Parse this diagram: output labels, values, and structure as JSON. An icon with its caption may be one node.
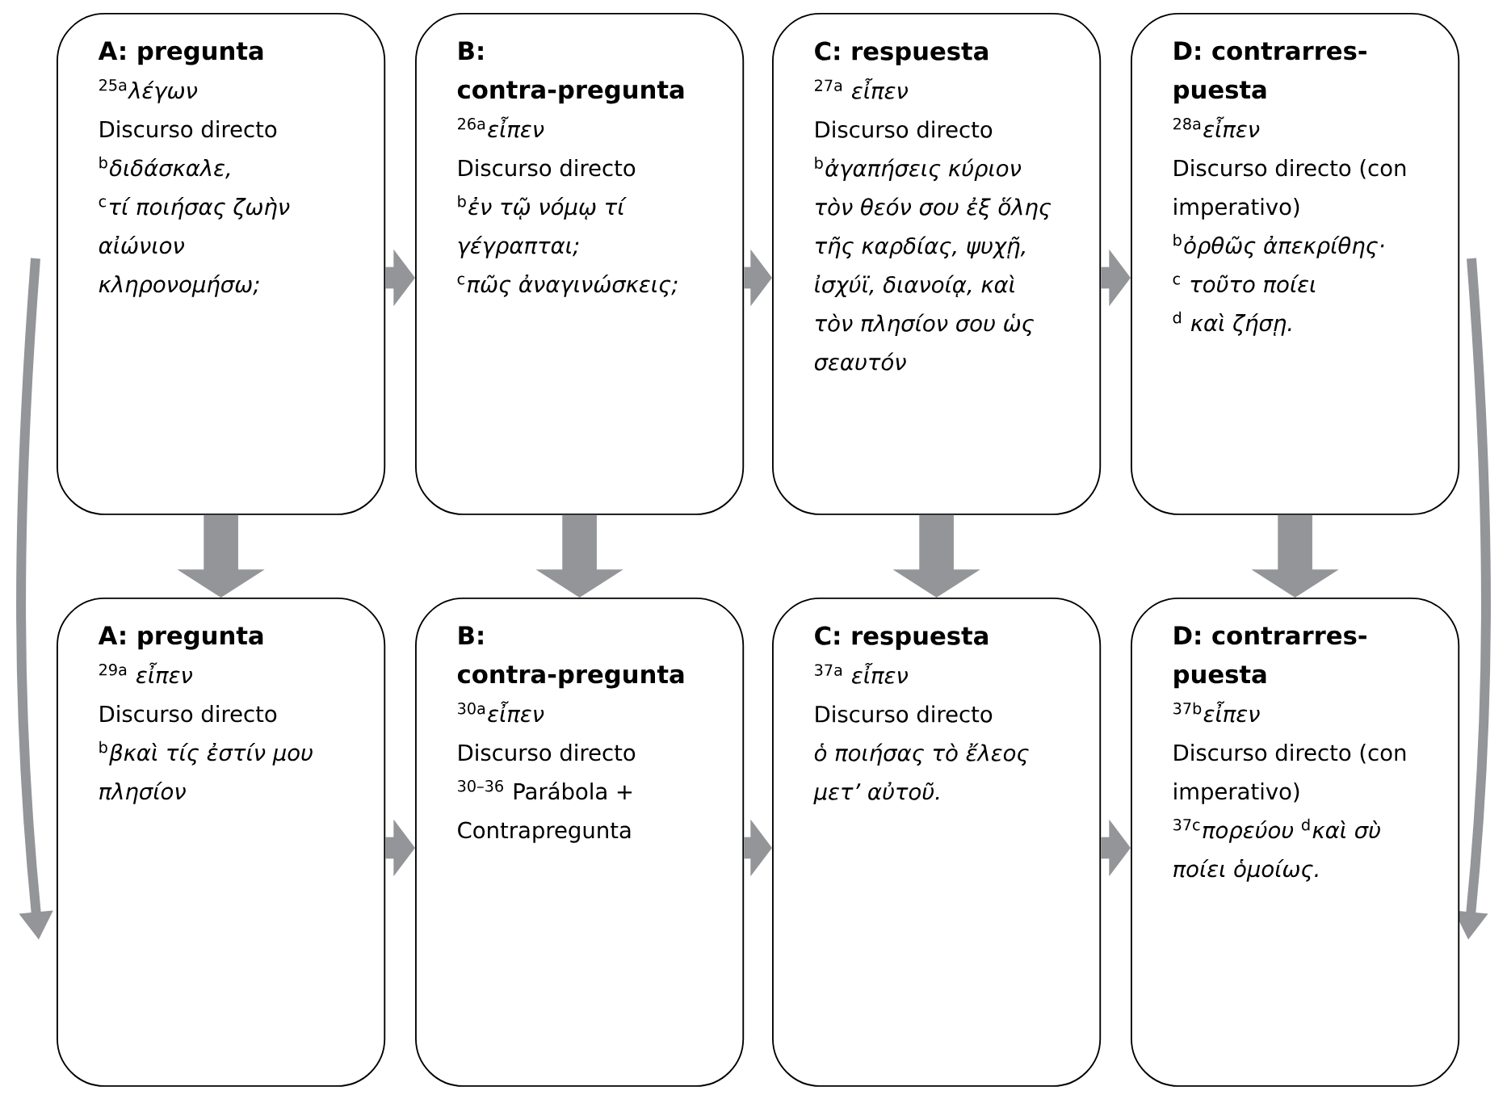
{
  "diagram": {
    "nodes": [
      {
        "text": [
          "A: pregunta",
          "$^{25a}$*λέγων*",
          "Discurso directo",
          "$^{b}$*διδάσκαλε,*",
          "$^{c}$*τί ποιήσας ζωὴν αἰώνιον κληρονομήσω;*"
        ]
      },
      {
        "text": [
          "B: contra-pregunta",
          "$^{26a}$*εἶπεν*",
          "Discurso directo",
          "$^{b}$*ἐν τῷ νόμῳ τί γέγραπται;*",
          "$^{c}$*πῶς ἀναγινώσκεις;*"
        ]
      },
      {
        "text": [
          "C: respuesta",
          "$^{27a}$ *εἶπεν*",
          "Discurso directo",
          "$^{b}$*ἀγαπήσεις κύριον τὸν θεόν σου ἐξ ὅλης τῆς καρδίας, ψυχῇ, ἰσχύϊ, διανοίᾳ, καὶ τὸν πλησίον σου ὡς σεαυτόν*"
        ]
      },
      {
        "text": [
          "D: contrarres-puesta",
          "$^{28a}$*εἶπεν*",
          "Discurso directo (con imperativo)",
          "$^{b}$*ὀρθῶς ἀπεκρίθης·*",
          "$^{c}$ *τοῦτο ποίει*",
          "$^{d}$ *καὶ ζήσῃ.*"
        ]
      },
      {
        "text": [
          "A: pregunta",
          "$^{29a}$ *εἶπεν*",
          "Discurso directo",
          "$^{b}$*βκαὶ τίς ἐστίν μου πλησίον*"
        ]
      },
      {
        "text": [
          "B: contra-pregunta",
          "$^{30a}$*εἶπεν*",
          "Discurso directo",
          "$^{30–36}$ Parábola + Contrapregunta"
        ]
      },
      {
        "text": [
          "C: respuesta",
          "$^{37a}$ *εἶπεν*",
          "Discurso directo",
          "*ὁ ποιήσας τὸ ἔλεος μετ’ αὐτοῦ.*"
        ]
      },
      {
        "text": [
          "D: contrarres-puesta",
          "$^{37b}$*εἶπεν*",
          "Discurso directo (con imperativo)",
          "$^{37c}$*πορεύου* $^{d}$*καὶ σὺ ποίει ὁμοίως.*"
        ]
      }
    ],
    "edges": [
      {
        "from": 0,
        "to": 1,
        "arrow": "to"
      },
      {
        "from": 1,
        "to": 2,
        "arrow": "to"
      },
      {
        "from": 2,
        "to": 3,
        "arrow": "to"
      },
      {
        "from": 0,
        "to": 4,
        "arrow": "to"
      },
      {
        "from": 1,
        "to": 5,
        "arrow": "to"
      },
      {
        "from": 2,
        "to": 6,
        "arrow": "to"
      },
      {
        "from": 3,
        "to": 7,
        "arrow": "to"
      },
      {
        "from": 4,
        "to": 5,
        "arrow": "to"
      },
      {
        "from": 5,
        "to": 6,
        "arrow": "to"
      },
      {
        "from": 6,
        "to": 7,
        "arrow": "to"
      }
    ]
  }
}
